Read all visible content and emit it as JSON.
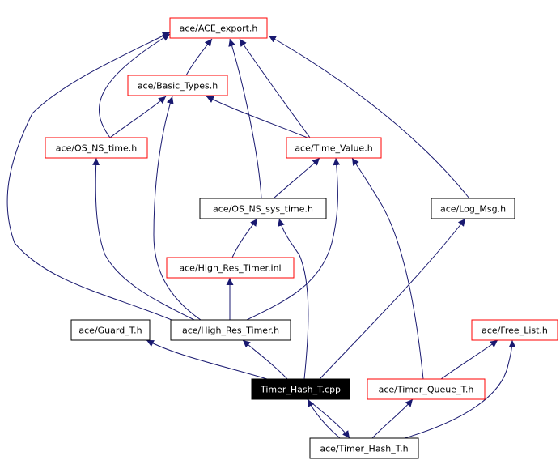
{
  "nodes": [
    {
      "id": "ace_export",
      "label": "ace/ACE_export.h",
      "style": "red"
    },
    {
      "id": "basic_types",
      "label": "ace/Basic_Types.h",
      "style": "red"
    },
    {
      "id": "os_ns_time",
      "label": "ace/OS_NS_time.h",
      "style": "red"
    },
    {
      "id": "time_value",
      "label": "ace/Time_Value.h",
      "style": "red"
    },
    {
      "id": "os_ns_sys_time",
      "label": "ace/OS_NS_sys_time.h",
      "style": "black"
    },
    {
      "id": "log_msg",
      "label": "ace/Log_Msg.h",
      "style": "black"
    },
    {
      "id": "high_res_inl",
      "label": "ace/High_Res_Timer.inl",
      "style": "red"
    },
    {
      "id": "guard_t",
      "label": "ace/Guard_T.h",
      "style": "black"
    },
    {
      "id": "high_res_h",
      "label": "ace/High_Res_Timer.h",
      "style": "black"
    },
    {
      "id": "free_list",
      "label": "ace/Free_List.h",
      "style": "red"
    },
    {
      "id": "timer_hash_cpp",
      "label": "Timer_Hash_T.cpp",
      "style": "filled"
    },
    {
      "id": "timer_queue",
      "label": "ace/Timer_Queue_T.h",
      "style": "red"
    },
    {
      "id": "timer_hash_h",
      "label": "ace/Timer_Hash_T.h",
      "style": "black"
    }
  ],
  "edges": [
    {
      "from": "basic_types",
      "to": "ace_export"
    },
    {
      "from": "os_ns_time",
      "to": "ace_export"
    },
    {
      "from": "os_ns_time",
      "to": "basic_types"
    },
    {
      "from": "time_value",
      "to": "ace_export"
    },
    {
      "from": "time_value",
      "to": "basic_types"
    },
    {
      "from": "os_ns_sys_time",
      "to": "ace_export"
    },
    {
      "from": "os_ns_sys_time",
      "to": "time_value"
    },
    {
      "from": "log_msg",
      "to": "ace_export"
    },
    {
      "from": "high_res_inl",
      "to": "os_ns_sys_time"
    },
    {
      "from": "high_res_h",
      "to": "ace_export"
    },
    {
      "from": "high_res_h",
      "to": "basic_types"
    },
    {
      "from": "high_res_h",
      "to": "os_ns_time"
    },
    {
      "from": "high_res_h",
      "to": "time_value"
    },
    {
      "from": "high_res_h",
      "to": "high_res_inl"
    },
    {
      "from": "timer_hash_cpp",
      "to": "guard_t"
    },
    {
      "from": "timer_hash_cpp",
      "to": "high_res_h"
    },
    {
      "from": "timer_hash_cpp",
      "to": "os_ns_sys_time"
    },
    {
      "from": "timer_hash_cpp",
      "to": "log_msg"
    },
    {
      "from": "timer_hash_cpp",
      "to": "timer_hash_h"
    },
    {
      "from": "timer_queue",
      "to": "time_value"
    },
    {
      "from": "timer_queue",
      "to": "free_list"
    },
    {
      "from": "timer_hash_h",
      "to": "timer_queue"
    },
    {
      "from": "timer_hash_h",
      "to": "free_list"
    },
    {
      "from": "timer_hash_h",
      "to": "timer_hash_cpp"
    }
  ],
  "colors": {
    "edge": "#191970",
    "red_border": "#ff0000",
    "black_border": "#000000",
    "filled_bg": "#000000",
    "filled_text": "#ffffff",
    "text": "#000000",
    "background": "#ffffff"
  }
}
